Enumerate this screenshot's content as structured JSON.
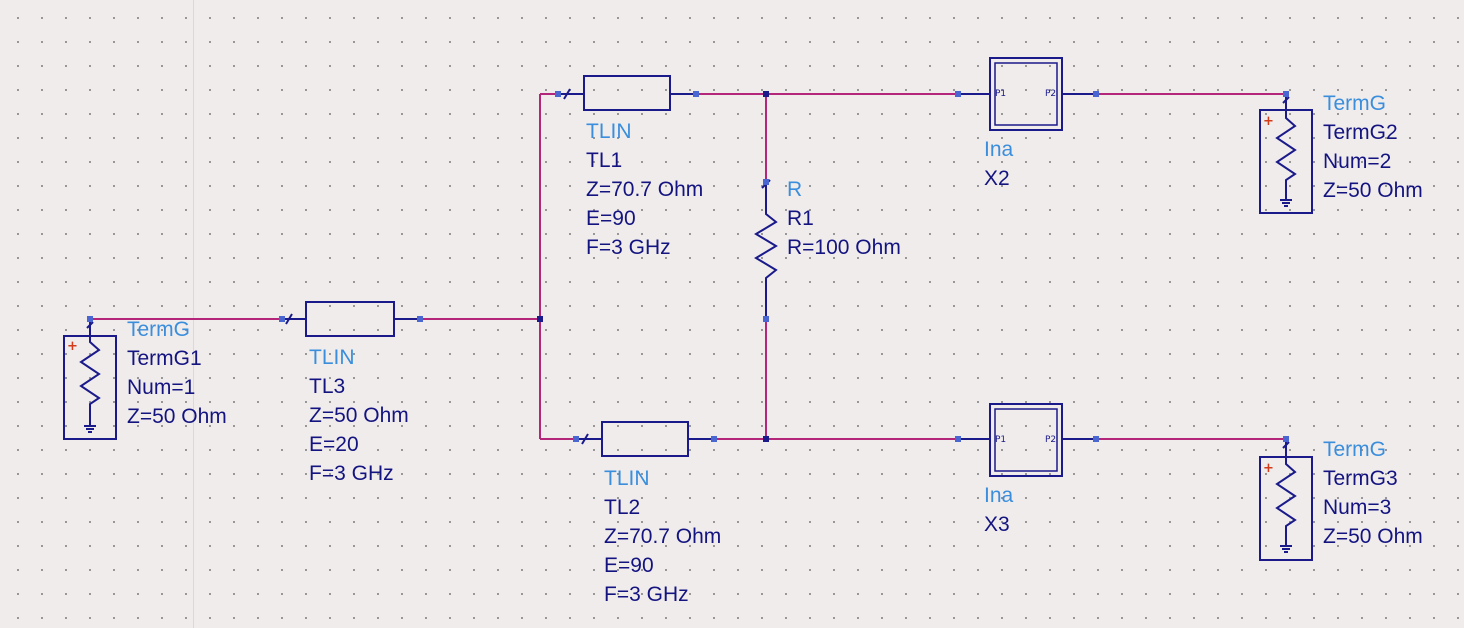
{
  "components": {
    "termg1": {
      "type": "TermG",
      "name": "TermG1",
      "num": "Num=1",
      "z": "Z=50 Ohm"
    },
    "termg2": {
      "type": "TermG",
      "name": "TermG2",
      "num": "Num=2",
      "z": "Z=50 Ohm"
    },
    "termg3": {
      "type": "TermG",
      "name": "TermG3",
      "num": "Num=3",
      "z": "Z=50 Ohm"
    },
    "tl1": {
      "type": "TLIN",
      "name": "TL1",
      "z": "Z=70.7 Ohm",
      "e": "E=90",
      "f": "F=3 GHz"
    },
    "tl2": {
      "type": "TLIN",
      "name": "TL2",
      "z": "Z=70.7 Ohm",
      "e": "E=90",
      "f": "F=3 GHz"
    },
    "tl3": {
      "type": "TLIN",
      "name": "TL3",
      "z": "Z=50 Ohm",
      "e": "E=20",
      "f": "F=3 GHz"
    },
    "r1": {
      "type": "R",
      "name": "R1",
      "value": "R=100 Ohm"
    },
    "x2": {
      "type": "Ina",
      "name": "X2",
      "p1": "P1",
      "p2": "P2"
    },
    "x3": {
      "type": "Ina",
      "name": "X3",
      "p1": "P1",
      "p2": "P2"
    }
  },
  "plus_sign": "+",
  "colors": {
    "wire": "#b4267a",
    "symbol": "#1a1a8a",
    "type_label": "#3a8edc",
    "value_label": "#141480",
    "pin": "#4a66d0",
    "plus": "#d43b1a"
  }
}
